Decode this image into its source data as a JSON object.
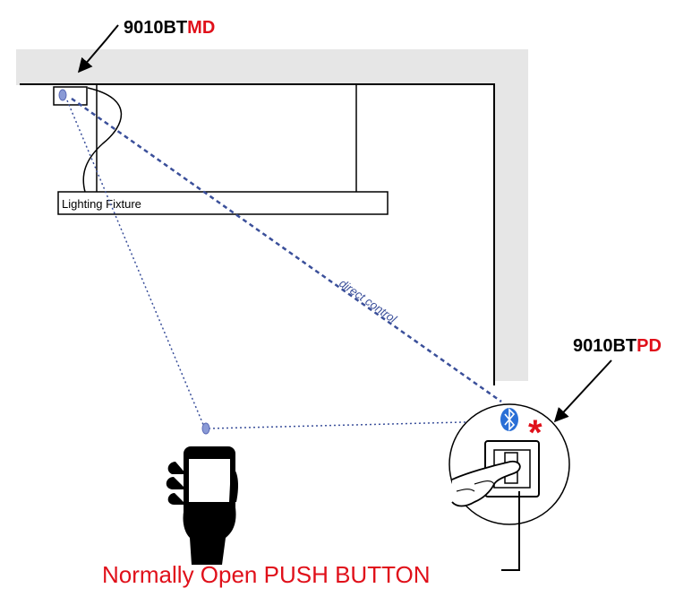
{
  "labels": {
    "md_prefix": "9010BT",
    "md_suffix": "MD",
    "pd_prefix": "9010BT",
    "pd_suffix": "PD",
    "fixture": "Lighting Fixture",
    "direct_control": "direct control",
    "push_button": "Normally Open PUSH BUTTON",
    "asterisk": "*",
    "bluetooth_glyph": "ʙ"
  },
  "colors": {
    "wall": "#e6e6e6",
    "line": "#000000",
    "dashed": "#3a4f9a",
    "accent_red": "#e0101a",
    "bluetooth": "#2a6fd6",
    "bluetooth_small": "#6a7fc6"
  },
  "icons": [
    "bluetooth-icon",
    "smartphone-in-hand-icon",
    "finger-pressing-switch-icon",
    "asterisk-icon",
    "arrow-icon"
  ]
}
